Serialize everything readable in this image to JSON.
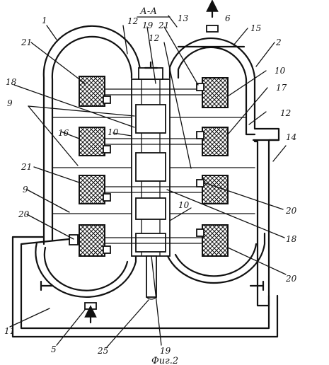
{
  "section_title": "А-А",
  "figure_caption": "Фиг.2",
  "labels": {
    "l1": "1",
    "l2": "2",
    "l5": "5",
    "l6": "6",
    "l9a": "9",
    "l9b": "9",
    "l10a": "10",
    "l10b": "10",
    "l10c": "10",
    "l11": "11",
    "l12a": "12",
    "l12b": "12",
    "l12c": "12",
    "l13": "13",
    "l14": "14",
    "l15": "15",
    "l16": "16",
    "l17": "17",
    "l18a": "18",
    "l18b": "18",
    "l19a": "19",
    "l19b": "19",
    "l20a": "20",
    "l20b": "20",
    "l20c": "20",
    "l21a": "21",
    "l21b": "21",
    "l21c": "21",
    "l25": "25"
  }
}
